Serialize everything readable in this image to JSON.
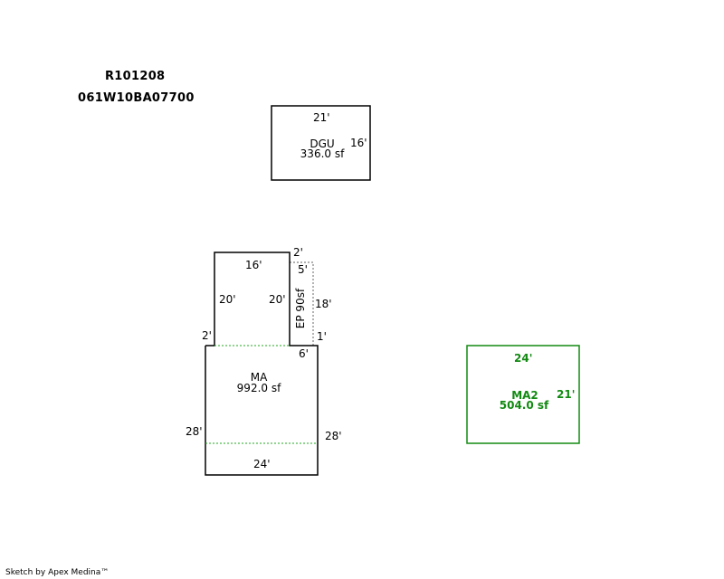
{
  "header": {
    "account": "R101208",
    "map_tax_lot": "061W10BA07700"
  },
  "footer": {
    "credit": "Sketch by Apex Medina™"
  },
  "colors": {
    "outline": "#000000",
    "ma2": "#128a12",
    "dotted": "#808080",
    "ma_divider": "#22aa22"
  },
  "sketch": {
    "dgu": {
      "name": "DGU",
      "area": "336.0 sf",
      "dim_top": "21'",
      "dim_right": "16'"
    },
    "ma": {
      "name": "MA",
      "area": "992.0 sf",
      "dim_upper_top": "16'",
      "dim_upper_left": "20'",
      "dim_upper_right": "20'",
      "dim_notch_left": "2'",
      "dim_notch_right": "6'",
      "dim_lower_left": "28'",
      "dim_lower_right": "28'",
      "dim_bottom": "24'"
    },
    "ep": {
      "name": "EP 90sf",
      "dim_top": "2'",
      "dim_inner": "5'",
      "dim_right": "18'",
      "dim_bottom": "1'"
    },
    "ma2": {
      "name": "MA2",
      "area": "504.0 sf",
      "dim_top": "24'",
      "dim_right": "21'"
    }
  }
}
